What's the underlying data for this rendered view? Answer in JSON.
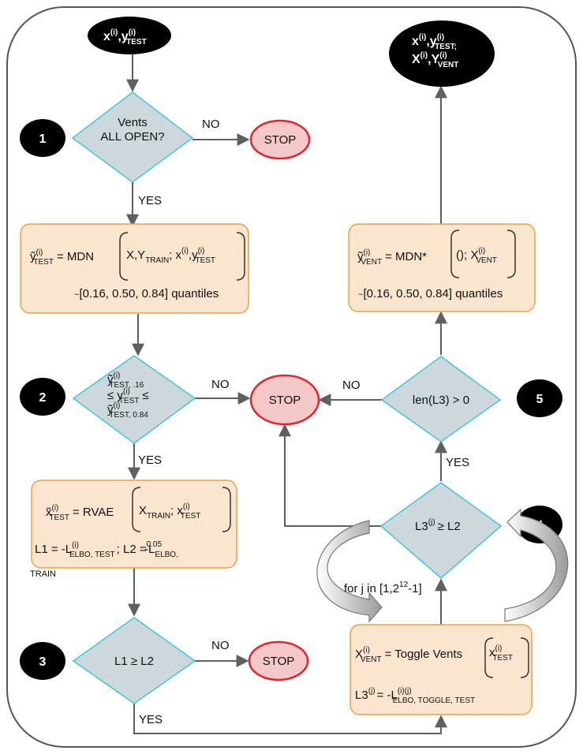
{
  "colors": {
    "box_fill": "#fbe5cf",
    "box_stroke": "#e8a24a",
    "diamond_fill": "#cdd8dc",
    "diamond_stroke": "#45c4dc",
    "stop_fill": "#f4c7c9",
    "stop_stroke": "#e0262c",
    "badge_fill": "#000000",
    "arrow": "#5f5f5f"
  },
  "start": {
    "x": "x",
    "sup": "(i)",
    "comma_y": ",y",
    "sub": "TEST"
  },
  "end": {
    "l1_x": "x",
    "l1_sup1": "(i)",
    "l1_y": ",y",
    "l1_sup2": "(i)",
    "l1_sub": "TEST;",
    "l2_x": "X",
    "l2_sup1": "(i)",
    "l2_y": ",Y",
    "l2_sup2": "(i)",
    "l2_sub": "VENT"
  },
  "badges": [
    "1",
    "2",
    "3",
    "4",
    "5"
  ],
  "decisions": {
    "d1_line1": "Vents",
    "d1_line2": "ALL OPEN?",
    "d2_a": "ỹ",
    "d2_a_sup": "(i)",
    "d2_a_sub": "TEST, .16",
    "d2_b_le": "≤ y",
    "d2_b_sup": "(i)",
    "d2_b_sub": "TEST",
    "d2_b_le2": "≤",
    "d2_c": "ỹ",
    "d2_c_sup": "(i)",
    "d2_c_sub": "TEST, 0.84",
    "d3": "L1 ≥ L2",
    "d4_a": "L3",
    "d4_sup": "(j)",
    "d4_b": "≥ L2",
    "d5": "len(L3) > 0"
  },
  "edges": {
    "no": "NO",
    "yes": "YES"
  },
  "stop": "STOP",
  "box1": {
    "lhs": "ỹ",
    "lhs_sup": "(i)",
    "lhs_sub": "TEST",
    "eq": "= MDN",
    "arg_x": "X,Y",
    "arg_sub1": "TRAIN",
    "arg_sep": "; x",
    "arg_sup1": "(i)",
    "arg_y": ",y",
    "arg_sup2": "(i)",
    "arg_sub2": "TEST",
    "q_tilde": "~",
    "quantiles": "[0.16, 0.50, 0.84] quantiles"
  },
  "box2": {
    "lhs": "x̃",
    "lhs_sup": "(i)",
    "lhs_sub": "TEST",
    "eq": "= RVAE",
    "arg_x": "X",
    "arg_sub1": "TRAIN",
    "arg_sep": "; x",
    "arg_sup": "(i)",
    "arg_sub2": "TEST",
    "l1": "L1 = -L",
    "l1_sup": "(i)",
    "l1_sub": "ELBO, TEST",
    "l2": "; L2 =",
    "l2_sup": "0.05",
    "l2_minus": "-L",
    "l2_sub": "ELBO,",
    "l2_sub2": "TRAIN"
  },
  "box3": {
    "lhs": "ỹ",
    "lhs_sup": "(i)",
    "lhs_sub": "VENT",
    "eq": "= MDN*",
    "arg_a": "(); X",
    "arg_sup": "(i)",
    "arg_sub": "VENT",
    "q_tilde": "~",
    "quantiles": "[0.16, 0.50, 0.84] quantiles"
  },
  "box4": {
    "lhs": "X",
    "lhs_sup": "(i)",
    "lhs_sub": "VENT",
    "eq": "= Toggle Vents",
    "arg_x": "x",
    "arg_sup": "(i)",
    "arg_sub": "TEST",
    "l3": "L3",
    "l3_sup": "(j)",
    "l3_eq": "= -L",
    "l3_sup2": "(i)(j)",
    "l3_sub": "ELBO, TOGGLE, TEST"
  },
  "loop": {
    "text": "for j in [1,2",
    "sup": "12",
    "end": "-1]"
  }
}
